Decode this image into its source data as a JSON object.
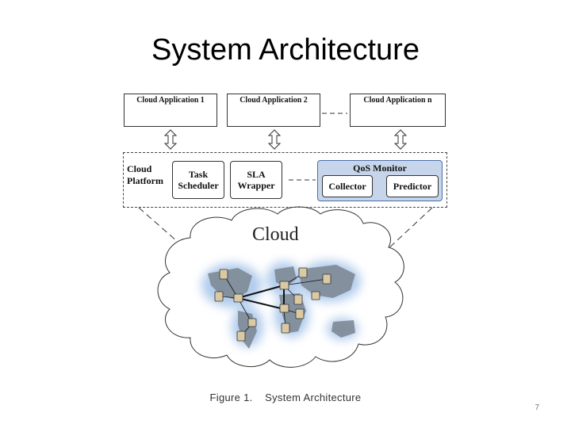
{
  "slide": {
    "title": "System Architecture",
    "page_number": "7",
    "caption": "Figure 1.    System Architecture"
  },
  "applications": [
    {
      "label": "Cloud Application 1"
    },
    {
      "label": "Cloud Application 2"
    },
    {
      "label": "Cloud Application n"
    }
  ],
  "platform": {
    "label_line1": "Cloud",
    "label_line2": "Platform",
    "task_scheduler_line1": "Task",
    "task_scheduler_line2": "Scheduler",
    "sla_wrapper_line1": "SLA",
    "sla_wrapper_line2": "Wrapper",
    "qos_monitor": "QoS Monitor",
    "collector": "Collector",
    "predictor": "Predictor"
  },
  "cloud": {
    "label": "Cloud"
  },
  "colors": {
    "qos_fill": "#c7d5ea",
    "map_glow": "#a9c6ea",
    "continent": "#7f8a96"
  }
}
